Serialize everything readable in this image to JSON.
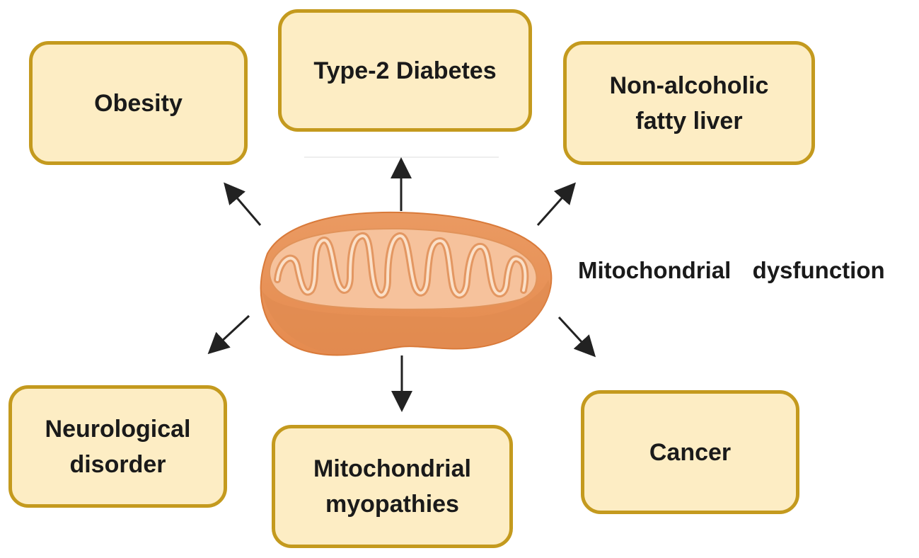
{
  "center": {
    "label": "Mitochondrial  dysfunction"
  },
  "boxes": {
    "type2_diabetes": "Type-2 Diabetes",
    "obesity": "Obesity",
    "nafld": "Non-alcoholic\nfatty liver",
    "neurological": "Neurological\ndisorder",
    "myopathies": "Mitochondrial\nmyopathies",
    "cancer": "Cancer"
  },
  "colors": {
    "box_fill": "#fdedc4",
    "box_border": "#c49a1e",
    "mito_outer": "#e8945a",
    "mito_inner": "#f6c9a4",
    "arrow": "#222222"
  }
}
